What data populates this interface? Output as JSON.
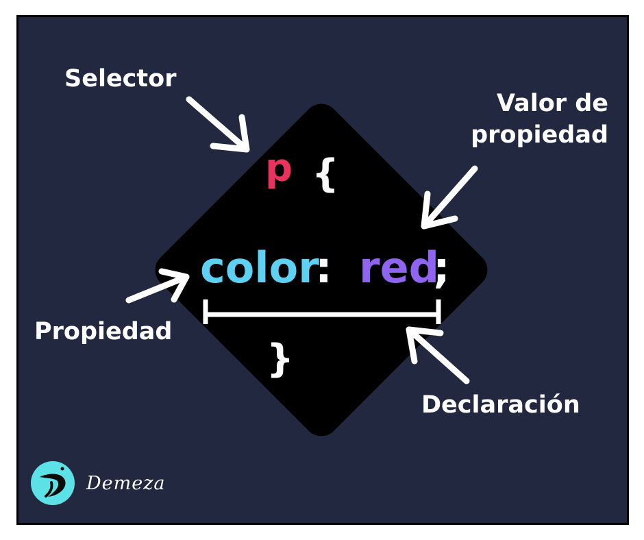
{
  "labels": {
    "selector": "Selector",
    "valor_line1": "Valor de",
    "valor_line2": "propiedad",
    "propiedad": "Propiedad",
    "declaracion": "Declaración"
  },
  "code": {
    "selector": "p",
    "brace_open": "{",
    "property": "color",
    "colon": ":",
    "value": "red",
    "semicolon": ";",
    "brace_close": "}"
  },
  "brand": {
    "name": "Demeza",
    "logo_icon": "demeza-logo-icon"
  },
  "colors": {
    "background": "#222840",
    "diamond": "#000000",
    "selector": "#e8335f",
    "property": "#5ed0f2",
    "value": "#8f64f0",
    "text": "#ffffff",
    "logo_circle": "#5ce1e6"
  }
}
